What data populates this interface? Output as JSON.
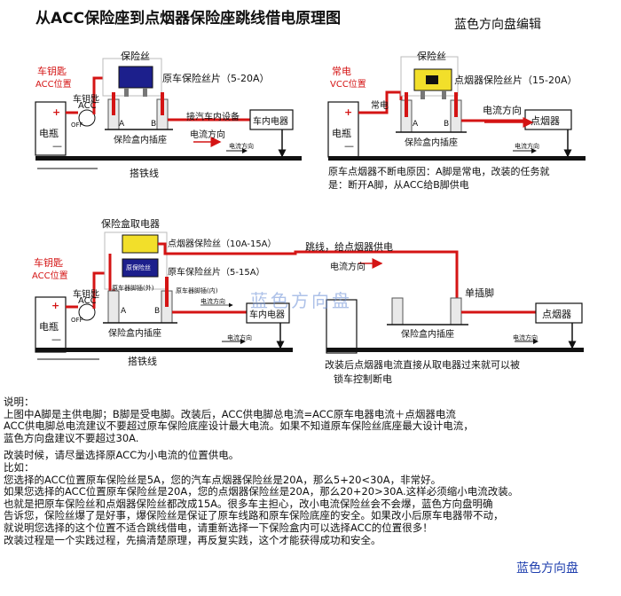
{
  "title": "从ACC保险座到点烟器保险座跳线借电原理图",
  "editor": "蓝色方向盘编辑",
  "top_left": {
    "key_label_1": "车钥匙",
    "key_label_2": "ACC位置",
    "key_small_1": "车钥匙",
    "key_small_2": "ACC",
    "off": "OFF",
    "fuse_label": "保险丝",
    "fuse_desc": "原车保险丝片（5-20A）",
    "pin_a": "A",
    "pin_b": "B",
    "connect_device": "接汽车内设备",
    "car_appliance": "车内电器",
    "current_dir": "电流方向",
    "socket": "保险盒内插座",
    "battery": "电瓶",
    "ground": "搭铁线",
    "current_dir_small": "电流方向",
    "plus": "+",
    "minus": "—"
  },
  "top_right": {
    "always_on": "常电",
    "vcc_pos": "VCC位置",
    "always_on_2": "常电",
    "fuse_label": "保险丝",
    "fuse_desc": "点烟器保险丝片（15-20A）",
    "pin_a": "A",
    "pin_b": "B",
    "current_dir": "电流方向",
    "lighter": "点烟器",
    "socket": "保险盒内插座",
    "battery": "电瓶",
    "current_dir_small": "电流方向",
    "reason": "原车点烟器不断电原因：A脚是常电，改装的任务就",
    "reason_2": "是：断开A脚，从ACC给B脚供电",
    "plus": "+",
    "minus": "—"
  },
  "bottom_left": {
    "fusebox_take": "保险盒取电器",
    "key_label_1": "车钥匙",
    "key_label_2": "ACC位置",
    "key_small_1": "车钥匙",
    "key_small_2": "ACC",
    "off": "OFF",
    "lighter_fuse": "点烟器保险丝（10A-15A）",
    "orig_fuse": "原车保险丝片（5-15A）",
    "orig_fuse_tag": "原保险丝",
    "pin_a": "A",
    "pin_b": "B",
    "socket_small_a": "原车器脚插(外)",
    "socket_small_b": "原车器脚插(内)",
    "current_small": "电流方向",
    "car_appliance": "车内电器",
    "socket": "保险盒内插座",
    "ground": "搭铁线",
    "current_dir_small": "电流方向",
    "battery": "电瓶",
    "plus": "+",
    "minus": "—"
  },
  "bottom_right": {
    "jumper": "跳线，给点烟器供电",
    "current_dir": "电流方向",
    "watermark": "蓝色方向盘",
    "single_pin": "单插脚",
    "lighter": "点烟器",
    "socket": "保险盒内插座",
    "current_dir_small": "电流方向",
    "after_1": "改装后点烟器电流直接从取电器过来就可以被",
    "after_2": "锁车控制断电"
  },
  "notes": [
    "说明：",
    "上图中A脚是主供电脚；B脚是受电脚。改装后，ACC供电脚总电流=ACC原车电器电流＋点烟器电流",
    "ACC供电脚总电流建议不要超过原车保险底座设计最大电流。如果不知道原车保险丝底座最大设计电流，",
    "蓝色方向盘建议不要超过30A.",
    "",
    "改装时候，请尽量选择原ACC为小电流的位置供电。",
    "比如：",
    "您选择的ACC位置原车保险丝是5A，您的汽车点烟器保险丝是20A，那么5+20<30A，非常好。",
    "如果您选择的ACC位置原车保险丝是20A，您的点烟器保险丝是20A，那么20+20>30A.这样必须缩小电流改装。",
    "也就是把原车保险丝和点烟器保险丝都改成15A。很多车主担心，改小电流保险丝会不会爆，蓝色方向盘明确",
    "告诉您，保险丝爆了是好事，爆保险丝是保证了原车线路和原车保险底座的安全。如果改小后原车电器带不动，",
    "就说明您选择的这个位置不适合跳线借电，请重新选择一下保险盒内可以选择ACC的位置很多！",
    "改装过程是一个实践过程，先搞清楚原理，再反复实践，这个才能获得成功和安全。"
  ],
  "footer": "蓝色方向盘",
  "colors": {
    "wire_red": "#d41414",
    "fuse_blue": "#1c1f8c",
    "fuse_yellow": "#f2df2a",
    "ground_black": "#111111",
    "label_blue": "#1f3fae"
  }
}
